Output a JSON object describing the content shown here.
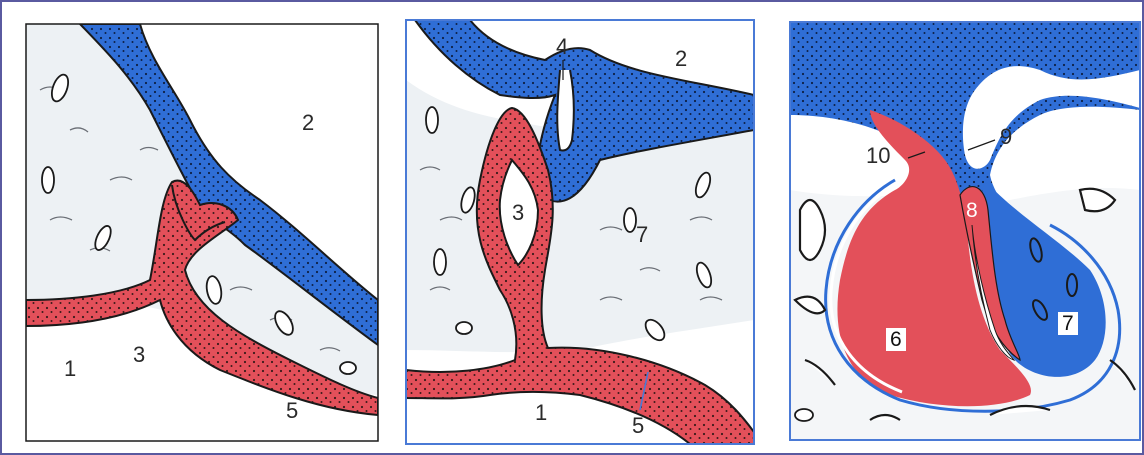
{
  "colors": {
    "artery": "#e3505a",
    "vein": "#2f6ed6",
    "tissue": "#edf1f4",
    "outline": "#1a1a1a",
    "panel_border": "#4a7ad6"
  },
  "panels": [
    {
      "name": "panel-1",
      "labels": {
        "l1": "1",
        "l2": "2",
        "l3": "3",
        "l5": "5"
      }
    },
    {
      "name": "panel-2",
      "labels": {
        "l1": "1",
        "l2": "2",
        "l3": "3",
        "l4": "4",
        "l5": "5",
        "l7": "7"
      }
    },
    {
      "name": "panel-3",
      "labels": {
        "l6": "6",
        "l7": "7",
        "l8": "8",
        "l9": "9",
        "l10": "10"
      }
    }
  ]
}
